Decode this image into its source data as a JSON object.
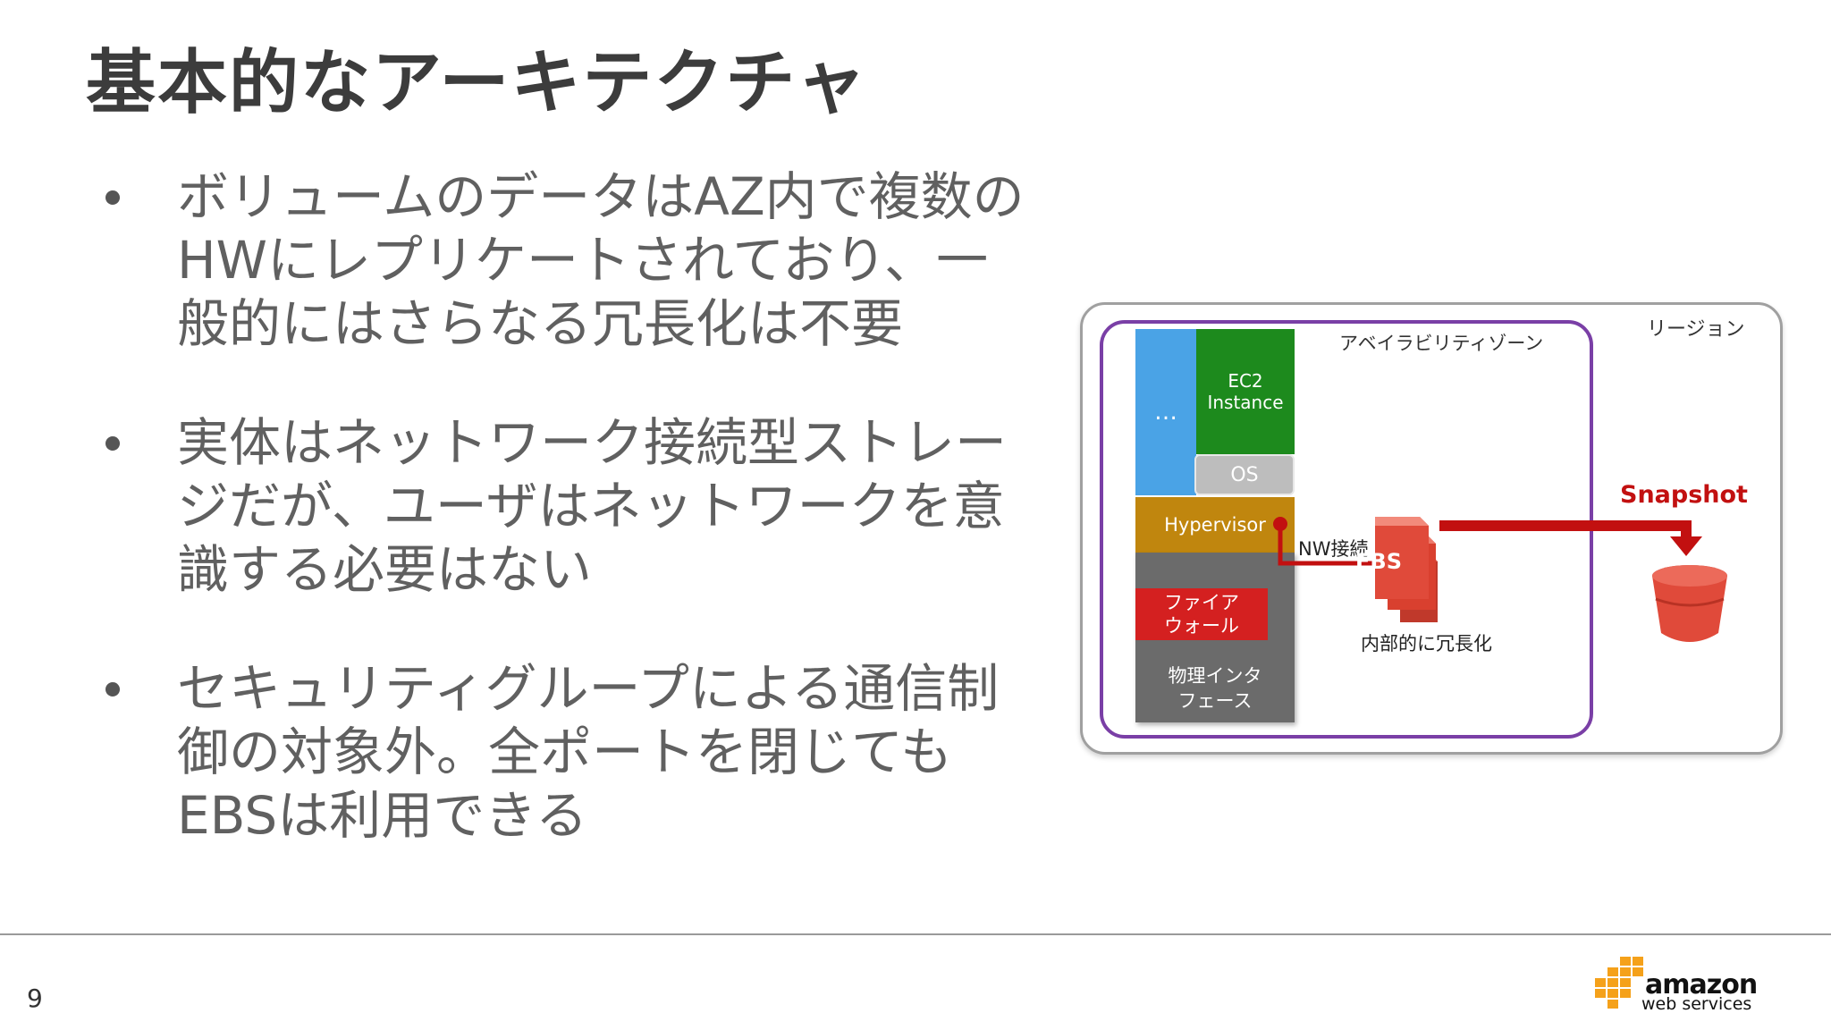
{
  "slide": {
    "title": "基本的なアーキテクチャ",
    "page_number": "9"
  },
  "bullets": [
    {
      "lines": [
        "ボリュームのデータはAZ内で複数の",
        "HWにレプリケートされており、一",
        "般的にはさらなる冗長化は不要"
      ]
    },
    {
      "lines": [
        "実体はネットワーク接続型ストレー",
        "ジだが、ユーザはネットワークを意",
        "識する必要はない"
      ]
    },
    {
      "lines": [
        "セキュリティグループによる通信制",
        "御の対象外。全ポートを閉じても",
        "EBSは利用できる"
      ]
    }
  ],
  "diagram": {
    "region_label": "リージョン",
    "az_label": "アベイラビリティゾーン",
    "ellipsis": "…",
    "ec2_lines": [
      "EC2",
      "Instance"
    ],
    "os": "OS",
    "hypervisor": "Hypervisor",
    "firewall_lines": [
      "ファイア",
      "ウォール"
    ],
    "physical_lines": [
      "物理インタ",
      "フェース"
    ],
    "nw_label": "NW接続",
    "ebs": "EBS",
    "redundancy": "内部的に冗長化",
    "snapshot": "Snapshot"
  },
  "logo": {
    "brand": "amazon",
    "sub": "web services"
  },
  "colors": {
    "ec2_green": "#1d8a1d",
    "az_purple": "#7a3fa6",
    "hypervisor_gold": "#c0860e",
    "firewall_red": "#d42020",
    "snapshot_red": "#c21010",
    "ebs_red": "#e04a3a",
    "aws_orange": "#f5a11a"
  }
}
